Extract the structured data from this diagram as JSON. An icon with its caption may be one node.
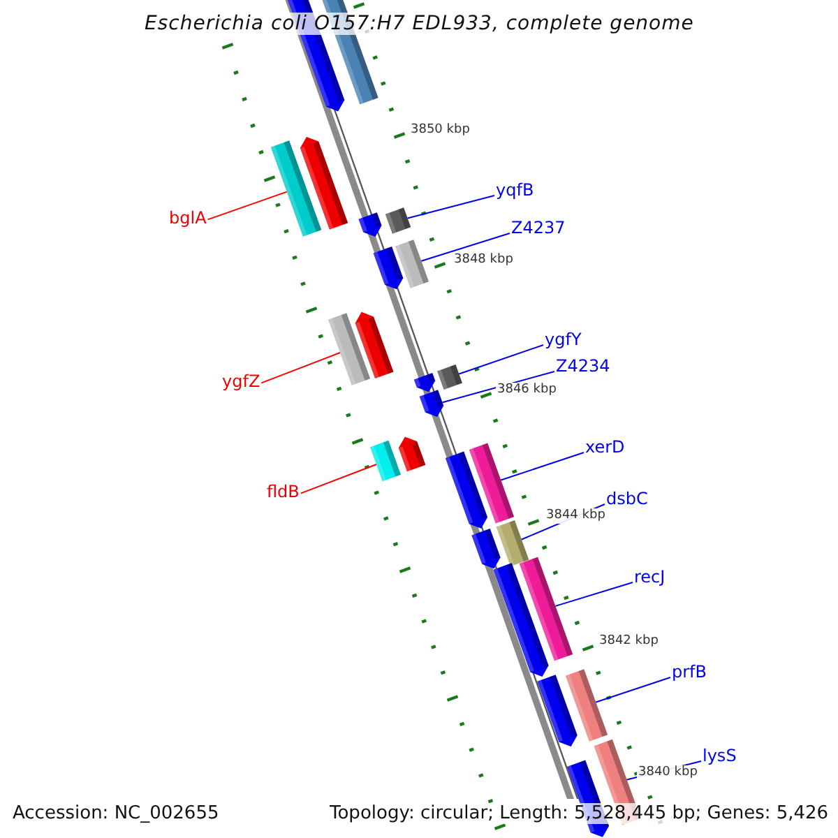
{
  "diagram": {
    "title": "Escherichia coli O157:H7 EDL933, complete genome",
    "nodes": [
      {
        "text": [
          "bglA"
        ]
      },
      {
        "text": [
          "yqfB"
        ]
      },
      {
        "text": [
          "Z4237"
        ]
      },
      {
        "text": [
          "ygfY"
        ]
      },
      {
        "text": [
          "Z4234"
        ]
      },
      {
        "text": [
          "ygfZ"
        ]
      },
      {
        "text": [
          "fldB"
        ]
      },
      {
        "text": [
          "xerD"
        ]
      },
      {
        "text": [
          "dsbC"
        ]
      },
      {
        "text": [
          "recJ"
        ]
      },
      {
        "text": [
          "prfB"
        ]
      },
      {
        "text": [
          "lysS"
        ]
      },
      {
        "text": [],
        "shape": "bar"
      },
      {
        "text": [],
        "shape": "bar"
      },
      {
        "text": [],
        "shape": "bar"
      },
      {
        "text": [],
        "shape": "bar"
      },
      {
        "text": [],
        "shape": "bar"
      },
      {
        "text": [],
        "shape": "bar"
      },
      {
        "text": [],
        "shape": "bar"
      },
      {
        "text": [],
        "shape": "bar"
      },
      {
        "text": [],
        "shape": "bar"
      },
      {
        "text": [],
        "shape": "bar"
      },
      {
        "text": [],
        "shape": "bar"
      },
      {
        "text": [],
        "shape": "bar"
      },
      {
        "text": [],
        "shape": "bar"
      },
      {
        "text": [],
        "shape": "bar"
      },
      {
        "text": [],
        "shape": "bar"
      },
      {
        "text": [],
        "shape": "bar"
      },
      {
        "text": [],
        "shape": "bar"
      },
      {
        "text": [],
        "shape": "bar"
      },
      {
        "text": [],
        "shape": "bar"
      },
      {
        "text": [],
        "shape": "bar"
      },
      {
        "text": [],
        "shape": "bar"
      },
      {
        "text": [],
        "shape": "bar"
      },
      {
        "text": [],
        "shape": "bar"
      },
      {
        "text": [],
        "shape": "bar"
      },
      {
        "text": [],
        "shape": "bar"
      }
    ],
    "edges": [
      {
        "from": 0,
        "to": 14,
        "arrow": "none",
        "color": "#ff0000"
      },
      {
        "from": 1,
        "to": 16,
        "arrow": "none"
      },
      {
        "from": 2,
        "to": 18,
        "arrow": "none"
      },
      {
        "from": 3,
        "to": 22,
        "arrow": "none"
      },
      {
        "from": 4,
        "to": 24,
        "arrow": "none"
      },
      {
        "from": 5,
        "to": 21,
        "arrow": "none",
        "color": "#ff0000"
      },
      {
        "from": 6,
        "to": 26,
        "arrow": "none",
        "color": "#ff0000"
      },
      {
        "from": 7,
        "to": 27,
        "arrow": "none"
      },
      {
        "from": 8,
        "to": 29,
        "arrow": "none"
      },
      {
        "from": 9,
        "to": 31,
        "arrow": "none"
      },
      {
        "from": 10,
        "to": 33,
        "arrow": "none"
      },
      {
        "from": 11,
        "to": 35,
        "arrow": "none"
      }
    ],
    "labels": [
      "3850 kbp",
      "3848 kbp",
      "3846 kbp",
      "3844 kbp",
      "3842 kbp",
      "3840 kbp",
      "Accession: NC_002655",
      "Topology: circular; Length: 5,528,445 bp; Genes: 5,426"
    ]
  }
}
